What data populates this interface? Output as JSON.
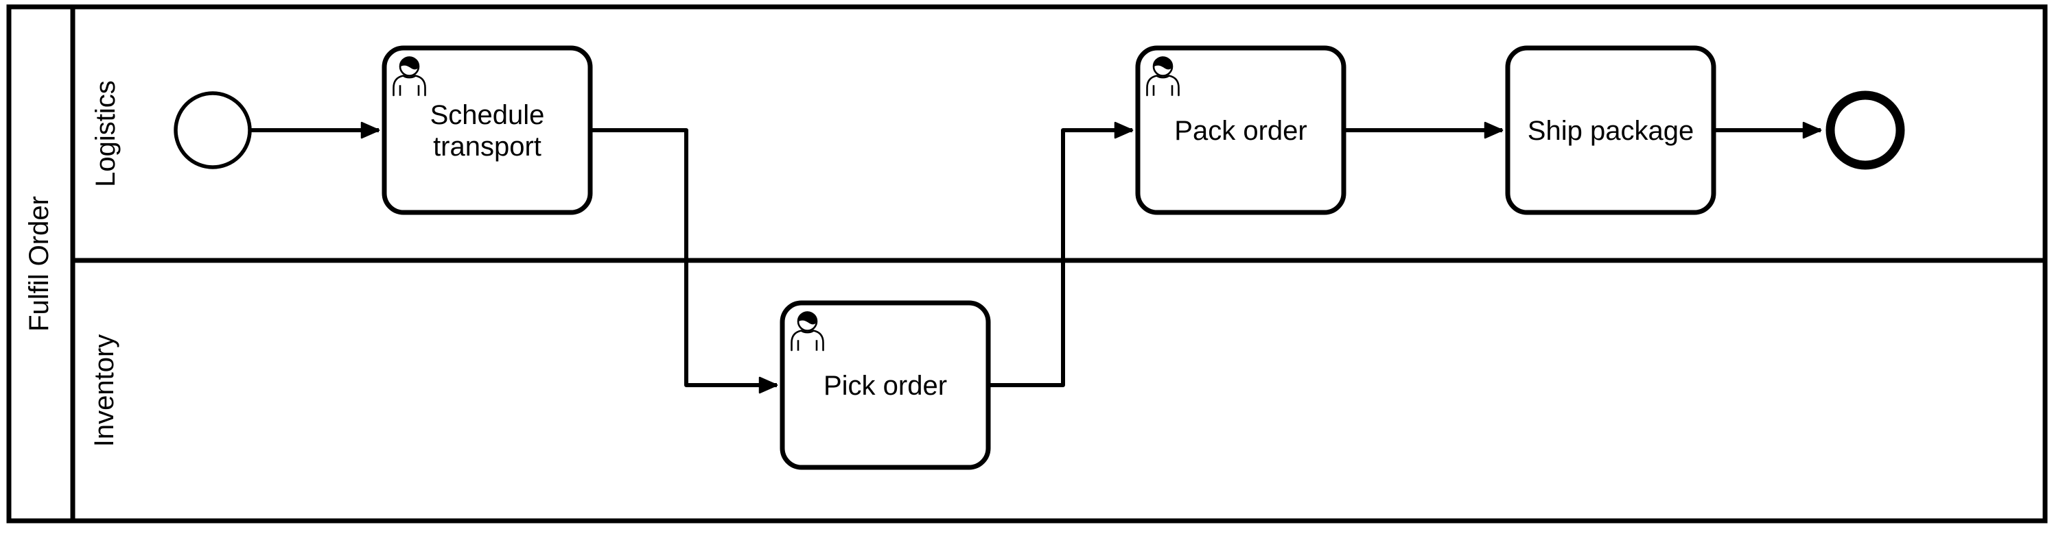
{
  "diagram": {
    "kind": "BPMN process diagram",
    "pool": {
      "label": "Fulfil Order"
    },
    "lanes": [
      {
        "label": "Logistics"
      },
      {
        "label": "Inventory"
      }
    ],
    "nodes": {
      "start_event": {
        "type": "start-event",
        "label": "",
        "lane": "Logistics"
      },
      "schedule_transport": {
        "type": "user-task",
        "label": "Schedule transport",
        "lines": [
          "Schedule",
          "transport"
        ],
        "lane": "Logistics",
        "icon": "user-icon"
      },
      "pick_order": {
        "type": "user-task",
        "label": "Pick order",
        "lane": "Inventory",
        "icon": "user-icon"
      },
      "pack_order": {
        "type": "user-task",
        "label": "Pack order",
        "lane": "Logistics",
        "icon": "user-icon"
      },
      "ship_package": {
        "type": "task",
        "label": "Ship package",
        "lane": "Logistics"
      },
      "end_event": {
        "type": "end-event",
        "label": "",
        "lane": "Logistics"
      }
    },
    "edges": [
      {
        "from": "start_event",
        "to": "schedule_transport"
      },
      {
        "from": "schedule_transport",
        "to": "pick_order"
      },
      {
        "from": "pick_order",
        "to": "pack_order"
      },
      {
        "from": "pack_order",
        "to": "ship_package"
      },
      {
        "from": "ship_package",
        "to": "end_event"
      }
    ],
    "colors": {
      "stroke": "#000000",
      "fill": "#ffffff",
      "background": "#ffffff"
    }
  }
}
